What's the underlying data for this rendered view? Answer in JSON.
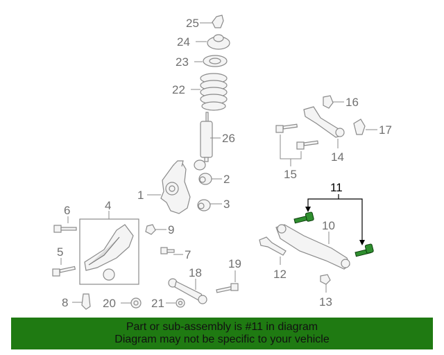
{
  "diagram": {
    "highlighted_part": "11",
    "callouts": [
      "1",
      "2",
      "3",
      "4",
      "5",
      "6",
      "7",
      "8",
      "9",
      "10",
      "11",
      "12",
      "13",
      "14",
      "15",
      "16",
      "17",
      "18",
      "19",
      "20",
      "21",
      "22",
      "23",
      "24",
      "25",
      "26"
    ]
  },
  "notice": {
    "line1": "Part or sub-assembly is #11 in diagram",
    "line2": "Diagram may not be specific to your vehicle",
    "background_color": "#1f7a12"
  }
}
